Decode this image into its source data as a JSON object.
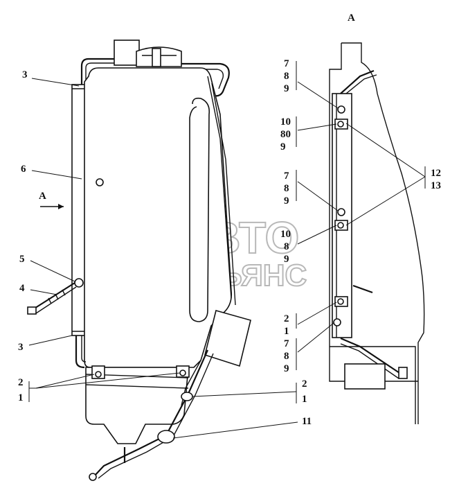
{
  "view_label": "A",
  "view_arrow_label": "A",
  "watermark": {
    "line1": "АВТО",
    "line2": "АЛЬЯНС"
  },
  "left_callouts": {
    "c3_top": "3",
    "c6": "6",
    "c5": "5",
    "c4": "4",
    "c3_bottom": "3",
    "c2_left": "2",
    "c1_left": "1",
    "c2_right": "2",
    "c1_right": "1",
    "c11": "11"
  },
  "right_callouts": {
    "g1": [
      "7",
      "8",
      "9"
    ],
    "g2": [
      "10",
      "80",
      "9"
    ],
    "g3": [
      "7",
      "8",
      "9"
    ],
    "g4": [
      "10",
      "8",
      "9"
    ],
    "g5": [
      "2",
      "1"
    ],
    "g6": [
      "7",
      "8",
      "9"
    ],
    "c12": "12",
    "c13": "13"
  }
}
